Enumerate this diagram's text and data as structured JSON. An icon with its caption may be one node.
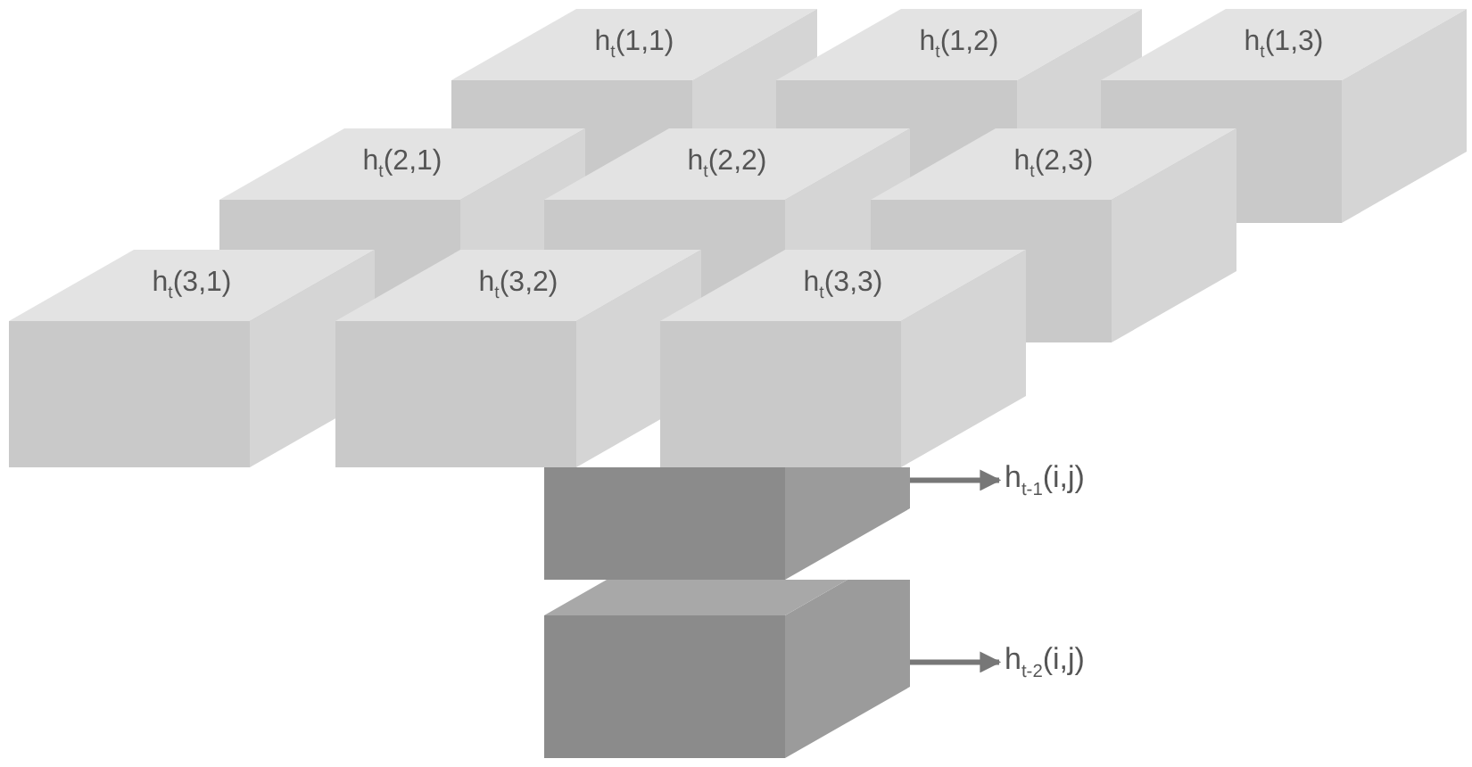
{
  "diagram": {
    "nodes": [
      {
        "text": [
          "h$_{t}$(1,1)"
        ]
      },
      {
        "text": [
          "h$_{t}$(1,2)"
        ]
      },
      {
        "text": [
          "h$_{t}$(1,3)"
        ]
      },
      {
        "text": [
          "h$_{t}$(2,1)"
        ]
      },
      {
        "text": [
          "h$_{t}$(2,2)"
        ]
      },
      {
        "text": [
          "h$_{t}$(2,3)"
        ]
      },
      {
        "text": [
          "h$_{t}$(3,1)"
        ]
      },
      {
        "text": [
          "h$_{t}$(3,2)"
        ]
      },
      {
        "text": [
          "h$_{t}$(3,3)"
        ]
      },
      {
        "text": [],
        "shape": "box"
      },
      {
        "text": [],
        "shape": "box"
      },
      {
        "text": [
          "h$_{t-1}$(i,j)"
        ]
      },
      {
        "text": [
          "h$_{t-2}$(i,j)"
        ]
      }
    ],
    "edges": [
      {
        "from": 9,
        "to": 11,
        "arrow": "to"
      },
      {
        "from": 10,
        "to": 12,
        "arrow": "to"
      }
    ]
  }
}
